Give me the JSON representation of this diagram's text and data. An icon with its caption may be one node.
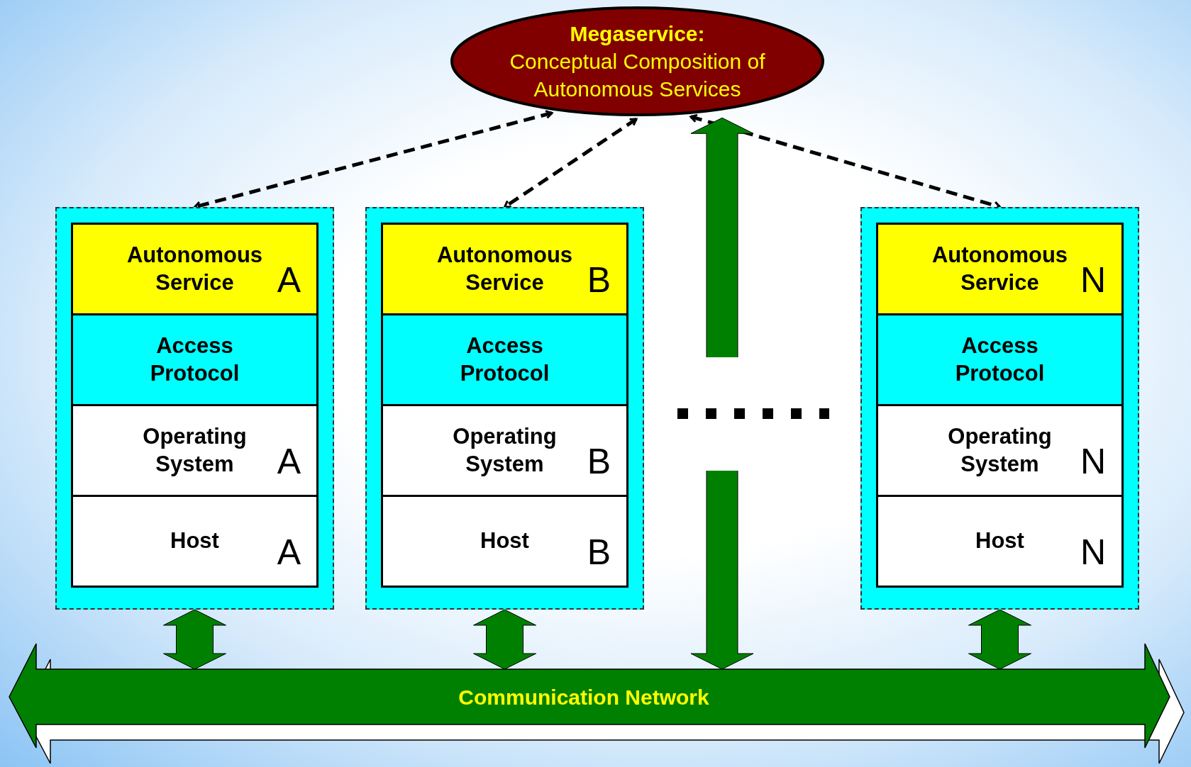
{
  "diagram": {
    "nodes": [
      {
        "text": [
          "Megaservice:",
          "Conceptual Composition of Autonomous Services"
        ]
      },
      {
        "text": [],
        "shape": "box"
      },
      {
        "text": [
          "Autonomous Service",
          "A"
        ],
        "in": 1
      },
      {
        "text": [
          "Access Protocol"
        ],
        "in": 1
      },
      {
        "text": [
          "Operating System",
          "A"
        ],
        "in": 1
      },
      {
        "text": [
          "Host",
          "A"
        ],
        "in": 1
      },
      {
        "text": [],
        "shape": "box"
      },
      {
        "text": [
          "Autonomous Service",
          "B"
        ],
        "in": 6
      },
      {
        "text": [
          "Access Protocol"
        ],
        "in": 6
      },
      {
        "text": [
          "Operating System",
          "B"
        ],
        "in": 6
      },
      {
        "text": [
          "Host",
          "B"
        ],
        "in": 6
      },
      {
        "text": [],
        "shape": "box"
      },
      {
        "text": [
          "Autonomous Service",
          "N"
        ],
        "in": 11
      },
      {
        "text": [
          "Access Protocol"
        ],
        "in": 11
      },
      {
        "text": [
          "Operating System",
          "N"
        ],
        "in": 11
      },
      {
        "text": [
          "Host",
          "N"
        ],
        "in": 11
      },
      {
        "text": [
          "Communication Network"
        ]
      }
    ],
    "edges": [
      {
        "from": 0,
        "to": 1,
        "arrow": "both",
        "style": "dashed"
      },
      {
        "from": 0,
        "to": 6,
        "arrow": "both",
        "style": "dashed"
      },
      {
        "from": 0,
        "to": 11,
        "arrow": "both",
        "style": "dashed"
      },
      {
        "from": 1,
        "to": 16,
        "arrow": "both",
        "style": "thick",
        "color": "#008000"
      },
      {
        "from": 6,
        "to": 16,
        "arrow": "both",
        "style": "thick",
        "color": "#008000"
      },
      {
        "from": 16,
        "to": 0,
        "arrow": "both",
        "style": "thick",
        "color": "#008000"
      },
      {
        "from": 11,
        "to": 16,
        "arrow": "both",
        "style": "thick",
        "color": "#008000"
      }
    ]
  }
}
